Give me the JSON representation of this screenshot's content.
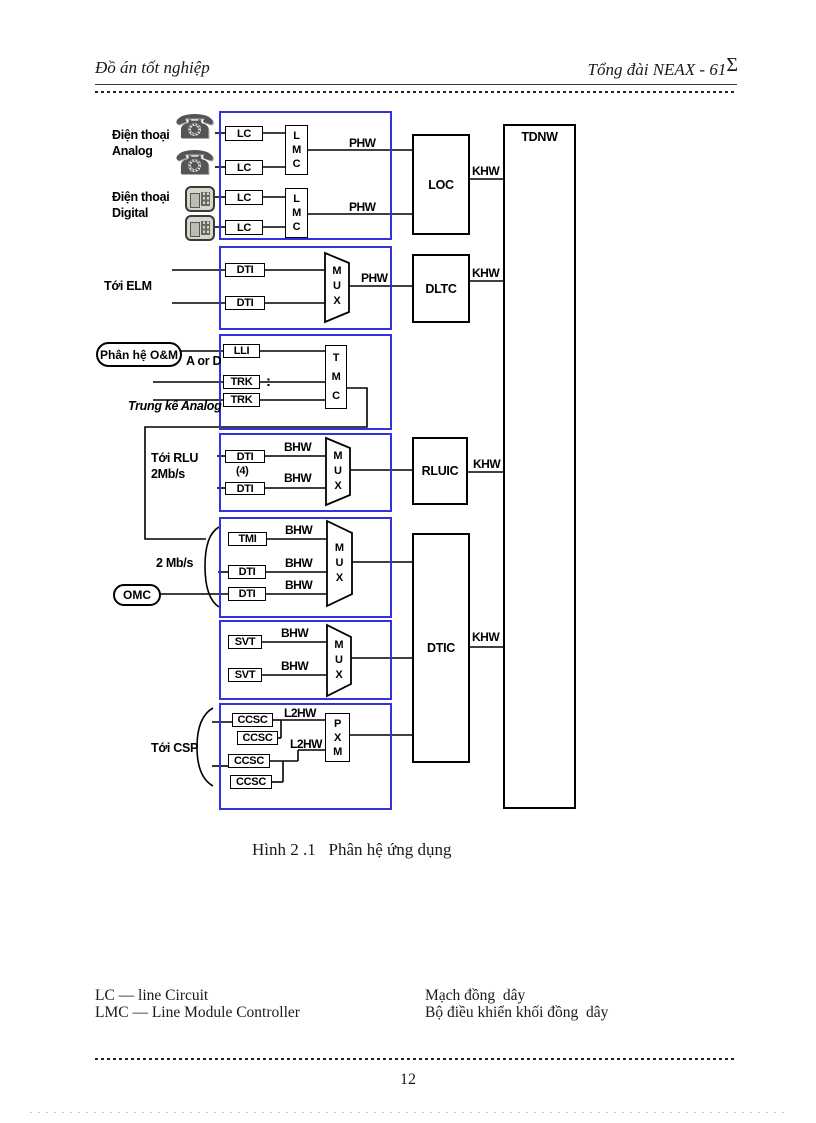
{
  "header": {
    "left": "Đồ án tốt nghiệp",
    "right": "Tổng đài NEAX - 61",
    "right_sigma": "Σ"
  },
  "figure": {
    "caption": "Hình 2 .1   Phân hệ ứng dụng"
  },
  "diagram": {
    "labels": {
      "analog_phones": "Điện thoại\nAnalog",
      "digital_phones": "Điện thoại\nDigital",
      "to_elm": "Tới ELM",
      "om_subsystem": "Phân hệ O&M",
      "a_or_d": "A or D",
      "analog_trunk": "Trung kế Analog",
      "to_rlu": "Tới RLU\n2Mb/s",
      "two_mbps": "2 Mb/s",
      "omc": "OMC",
      "to_csp": "Tới CSP",
      "colon": ":",
      "count_4": "(4)"
    },
    "blocks": {
      "lc": "LC",
      "lmc": "L\nM\nC",
      "mux": "M\nU\nX",
      "dti": "DTI",
      "lli": "LLI",
      "trk": "TRK",
      "tmc": "T\nM\nC",
      "tmi": "TMI",
      "svt": "SVT",
      "ccsc": "CCSC",
      "pxm": "P\nX\nM",
      "loc": "LOC",
      "dltc": "DLTC",
      "rluic": "RLUIC",
      "dtic": "DTIC",
      "tdnw": "TDNW"
    },
    "buses": {
      "phw": "PHW",
      "khw": "KHW",
      "bhw": "BHW",
      "l2hw": "L2HW"
    }
  },
  "legend": {
    "rows": [
      {
        "term": "LC — line Circuit",
        "definition": "Mạch đồng  dây"
      },
      {
        "term": "LMC — Line Module Controller",
        "definition": "Bộ điều khiển khối đồng  dây"
      }
    ]
  },
  "footer": {
    "page_number": "12"
  },
  "colors": {
    "section_border": "#3232e0",
    "wire": "#000000",
    "footer_dots": "#f0a0f0"
  }
}
